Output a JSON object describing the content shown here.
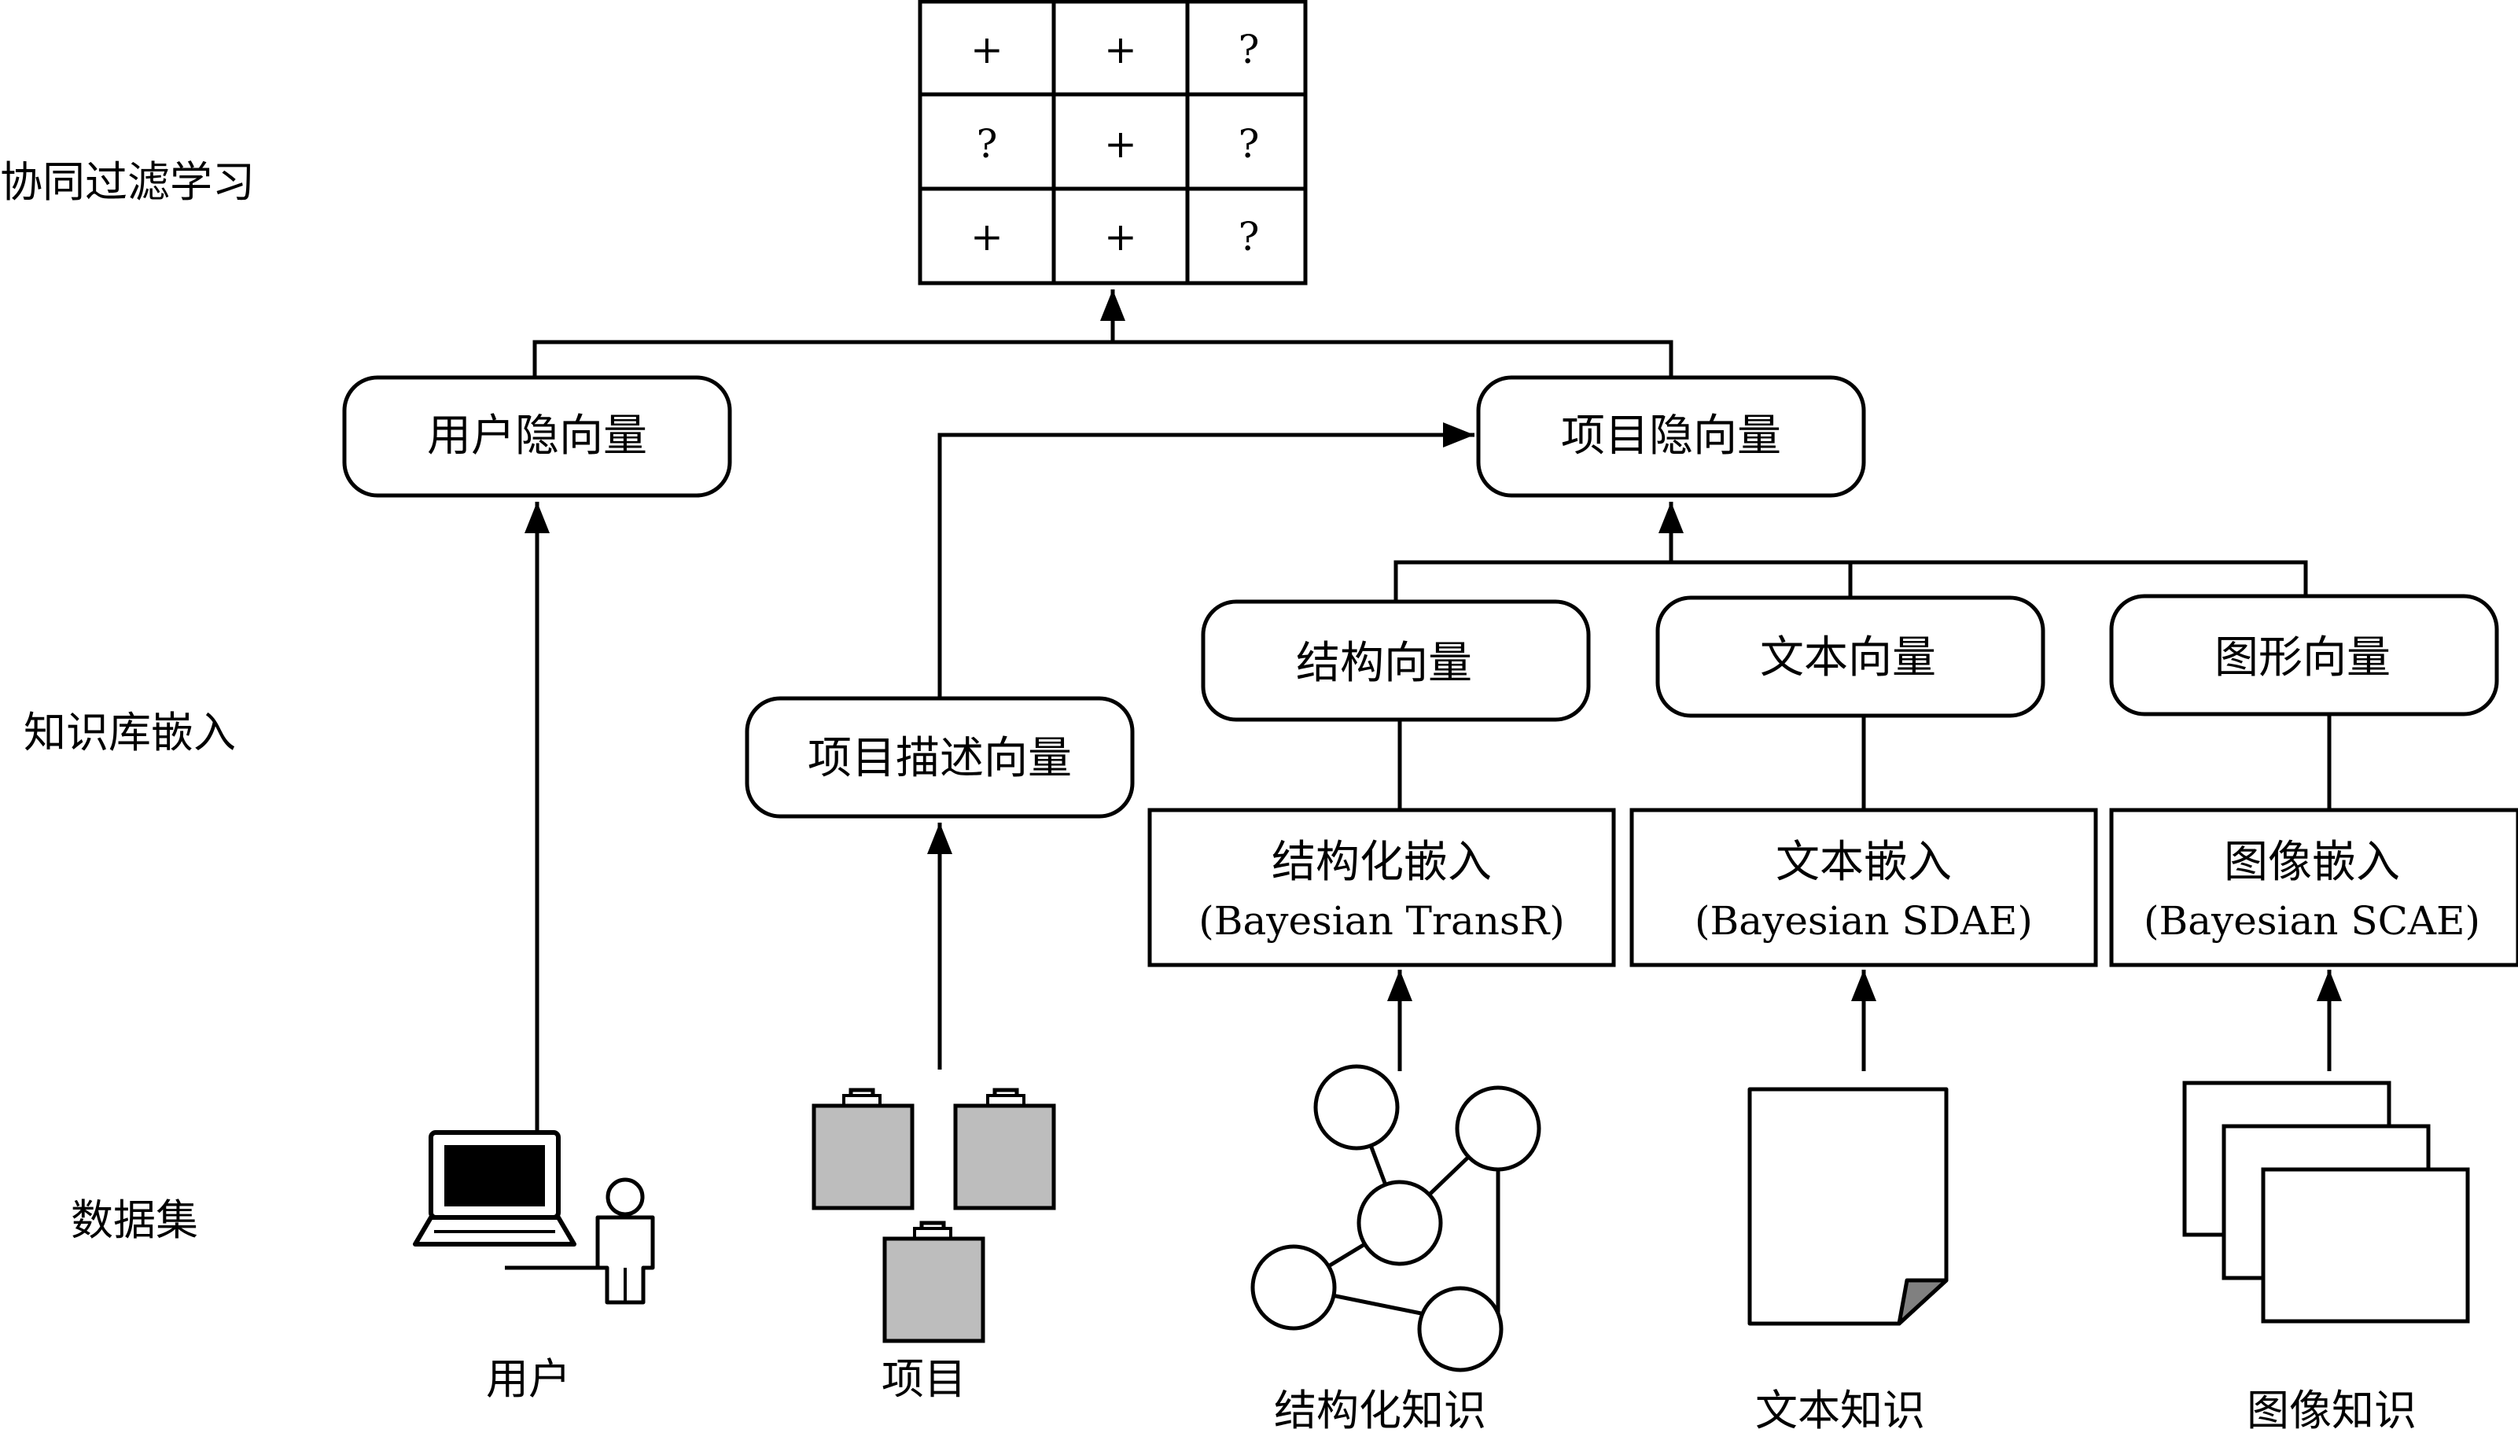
{
  "layers": {
    "top": "协同过滤学习",
    "middle": "知识库嵌入",
    "bottom": "数据集"
  },
  "matrix": [
    [
      "+",
      "+",
      "?"
    ],
    [
      "?",
      "+",
      "?"
    ],
    [
      "+",
      "+",
      "?"
    ]
  ],
  "nodes": {
    "user_latent": "用户隐向量",
    "item_latent": "项目隐向量",
    "item_desc": "项目描述向量",
    "struct_vec": "结构向量",
    "text_vec": "文本向量",
    "image_vec": "图形向量"
  },
  "embeddings": {
    "struct": {
      "title": "结构化嵌入",
      "method": "(Bayesian TransR)"
    },
    "text": {
      "title": "文本嵌入",
      "method": "(Bayesian SDAE)"
    },
    "image": {
      "title": "图像嵌入",
      "method": "(Bayesian SCAE)"
    }
  },
  "datasets": {
    "user": "用户",
    "item": "项目",
    "struct": "结构化知识",
    "text": "文本知识",
    "image": "图像知识"
  },
  "icons": {
    "user": "laptop-user-icon",
    "item": "shopping-bags-icon",
    "struct": "knowledge-graph-icon",
    "text": "document-icon",
    "image": "image-stack-icon"
  }
}
